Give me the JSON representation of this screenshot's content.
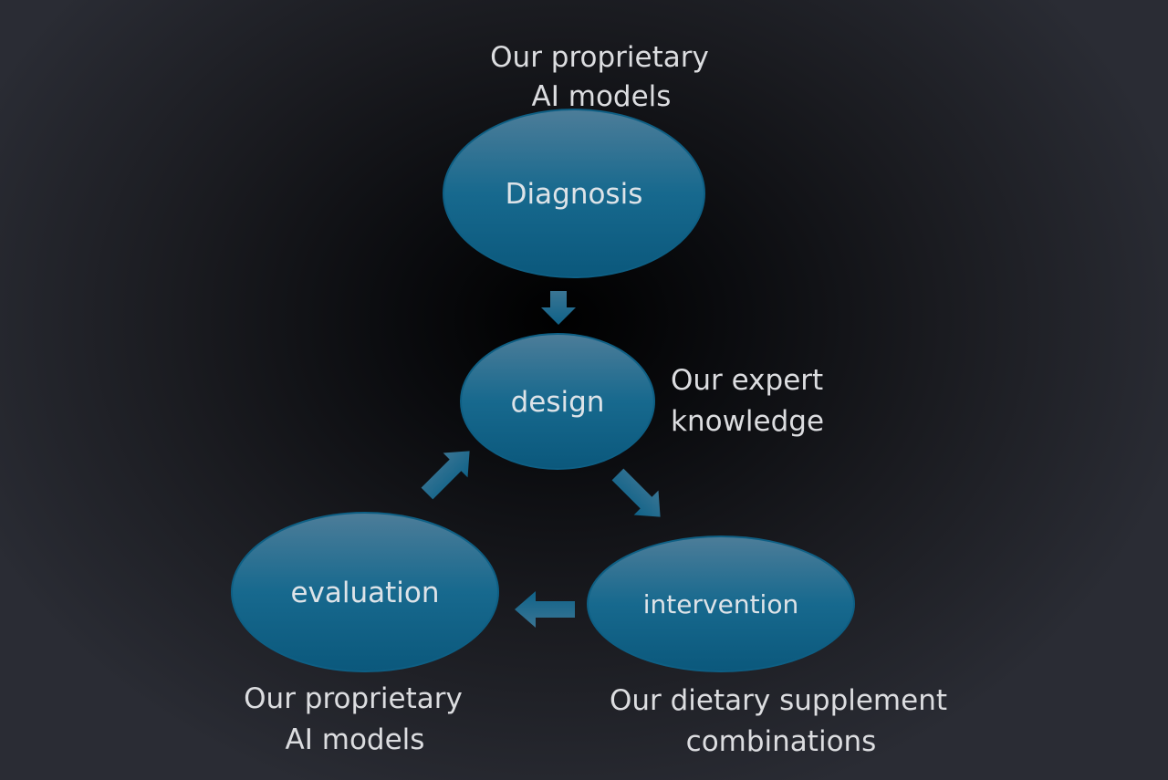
{
  "nodes": {
    "diagnosis": "Diagnosis",
    "design": "design",
    "evaluation": "evaluation",
    "intervention": "intervention"
  },
  "annotations": {
    "top": [
      "Our proprietary",
      "AI models"
    ],
    "right": [
      "Our expert",
      "knowledge"
    ],
    "bottom_left": [
      "Our proprietary",
      "AI models"
    ],
    "bottom_right": [
      "Our dietary supplement",
      "combinations"
    ]
  },
  "colors": {
    "node_top": "#4a7a96",
    "node_bottom": "#0c5a7e",
    "arrow": "#1a6c90"
  }
}
